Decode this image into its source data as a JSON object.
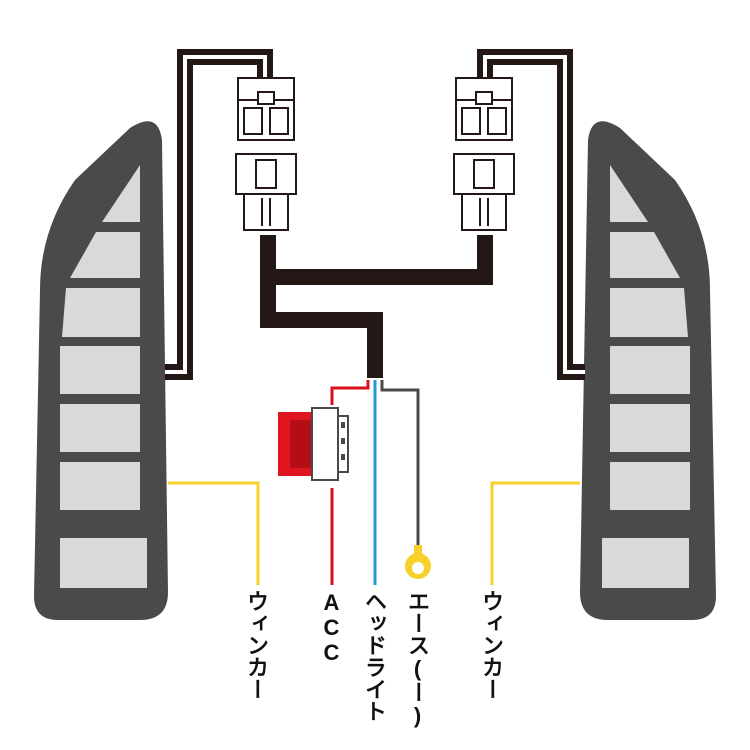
{
  "labels": {
    "left_winker": "ウィンカー",
    "acc": "ACC",
    "headlight": "ヘッドライト",
    "ground": "エース(ー)",
    "right_winker": "ウィンカー"
  },
  "colors": {
    "lamp_body": "#4a4a4a",
    "lamp_segment": "#d9d9d9",
    "harness": "#231815",
    "acc_wire": "#d8121b",
    "headlight_wire": "#1e9ad6",
    "ground_wire": "#4a4a4a",
    "winker_wire": "#f7d02a",
    "fuse_holder": "#e0141e"
  },
  "icons": {
    "lamp": "sequential-lamp-icon",
    "connector": "connector-icon",
    "fuse": "fuse-holder-icon",
    "ground_terminal": "ring-terminal-icon"
  }
}
